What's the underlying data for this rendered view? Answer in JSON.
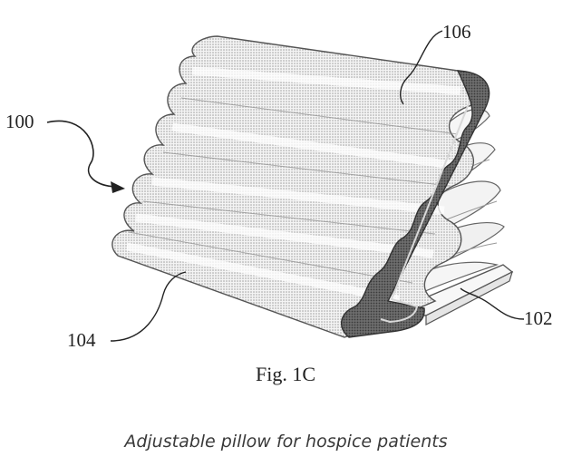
{
  "figure": {
    "labels": {
      "ref_100": "100",
      "ref_102": "102",
      "ref_104": "104",
      "ref_106": "106"
    },
    "figure_label": "Fig. 1C"
  },
  "caption": "Adjustable pillow for hospice patients"
}
